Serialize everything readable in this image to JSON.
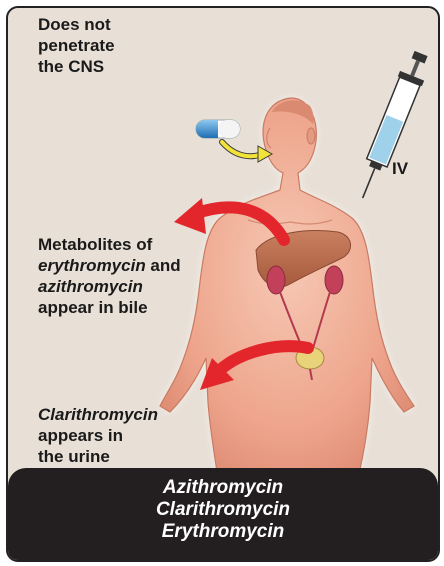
{
  "labels": {
    "cns_line1": "Does not",
    "cns_line2": "penetrate",
    "cns_line3": "the CNS",
    "iv": "IV",
    "bile_line1": "Metabolites of",
    "bile_line2_drug": "erythromycin",
    "bile_line2_rest": " and",
    "bile_line3_drug": "azithromycin",
    "bile_line4": "appear in bile",
    "urine_line1_drug": "Clarithromycin",
    "urine_line2": "appears in",
    "urine_line3": "the urine"
  },
  "drugs": [
    "Azithromycin",
    "Clarithromycin",
    "Erythromycin"
  ],
  "colors": {
    "panel_bg": "#e8e0d7",
    "body_skin": "#e9a28b",
    "arrow_red": "#e3262b",
    "arrow_yellow": "#f2e33a",
    "footer_bg": "#231f20"
  }
}
